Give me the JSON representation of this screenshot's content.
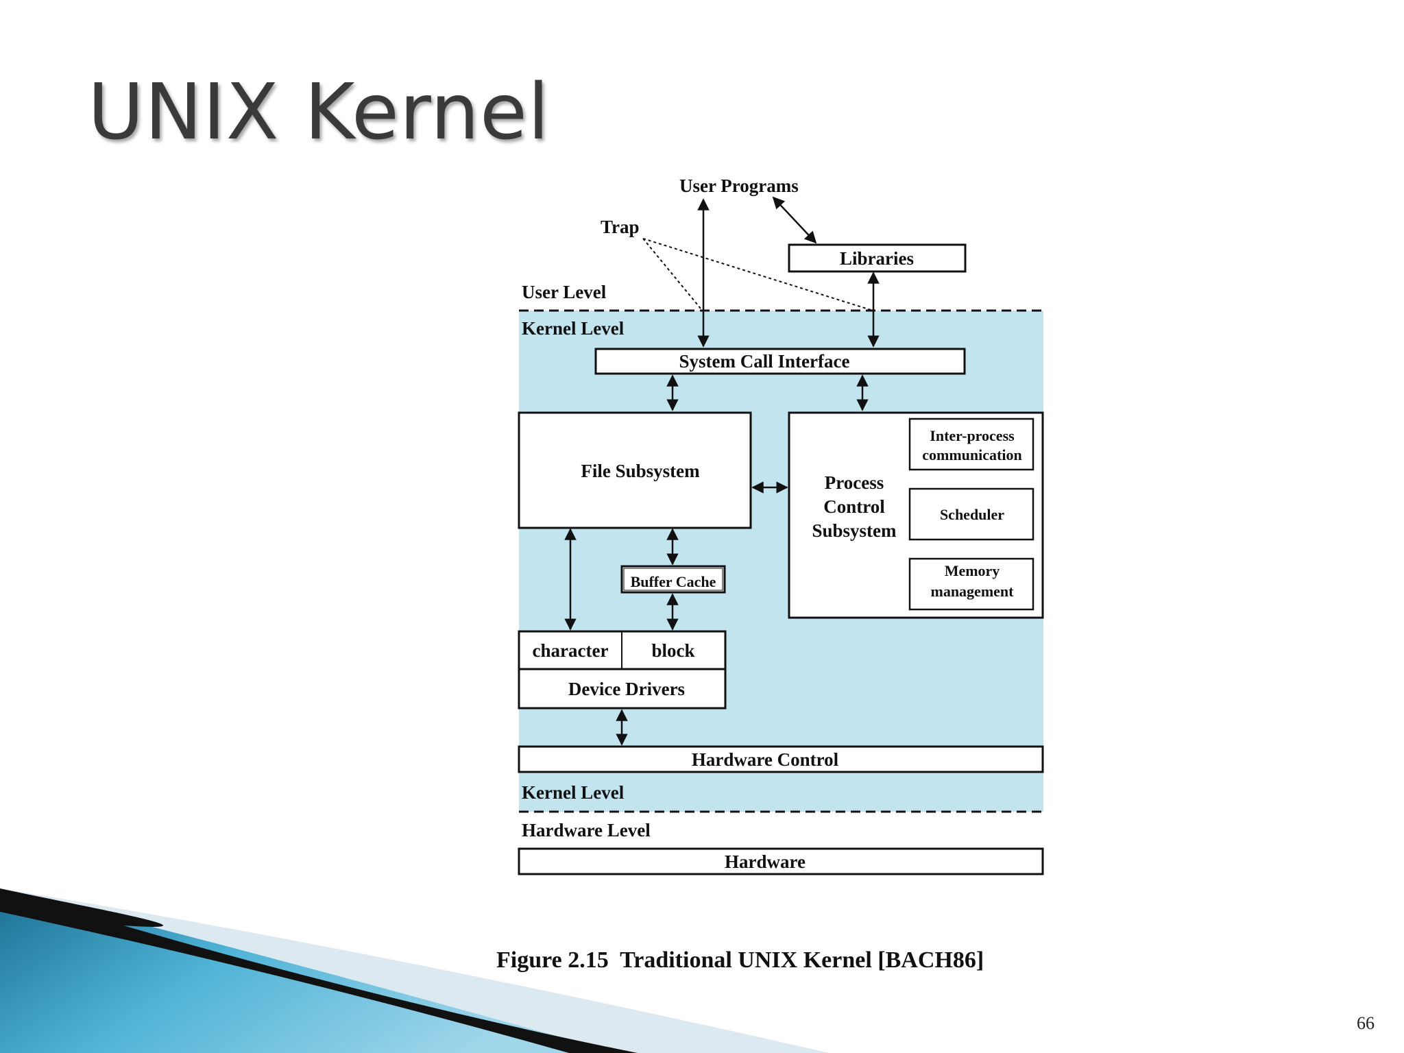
{
  "slide": {
    "title": "UNIX Kernel",
    "page_number": "66"
  },
  "figure": {
    "caption": "Figure 2.15  Traditional UNIX Kernel [BACH86]",
    "labels": {
      "user_programs": "User Programs",
      "trap": "Trap",
      "libraries": "Libraries",
      "user_level": "User Level",
      "kernel_level_top": "Kernel Level",
      "system_call_interface": "System Call Interface",
      "file_subsystem": "File Subsystem",
      "process_control_line1": "Process",
      "process_control_line2": "Control",
      "process_control_line3": "Subsystem",
      "ipc_line1": "Inter-process",
      "ipc_line2": "communication",
      "scheduler": "Scheduler",
      "memory_line1": "Memory",
      "memory_line2": "management",
      "buffer_cache": "Buffer Cache",
      "character": "character",
      "block": "block",
      "device_drivers": "Device Drivers",
      "hardware_control": "Hardware Control",
      "kernel_level_bottom": "Kernel Level",
      "hardware_level": "Hardware Level",
      "hardware": "Hardware"
    }
  },
  "colors": {
    "kernel_background": "#c2e4ef",
    "accent_swoosh": "#3aa3c8"
  }
}
